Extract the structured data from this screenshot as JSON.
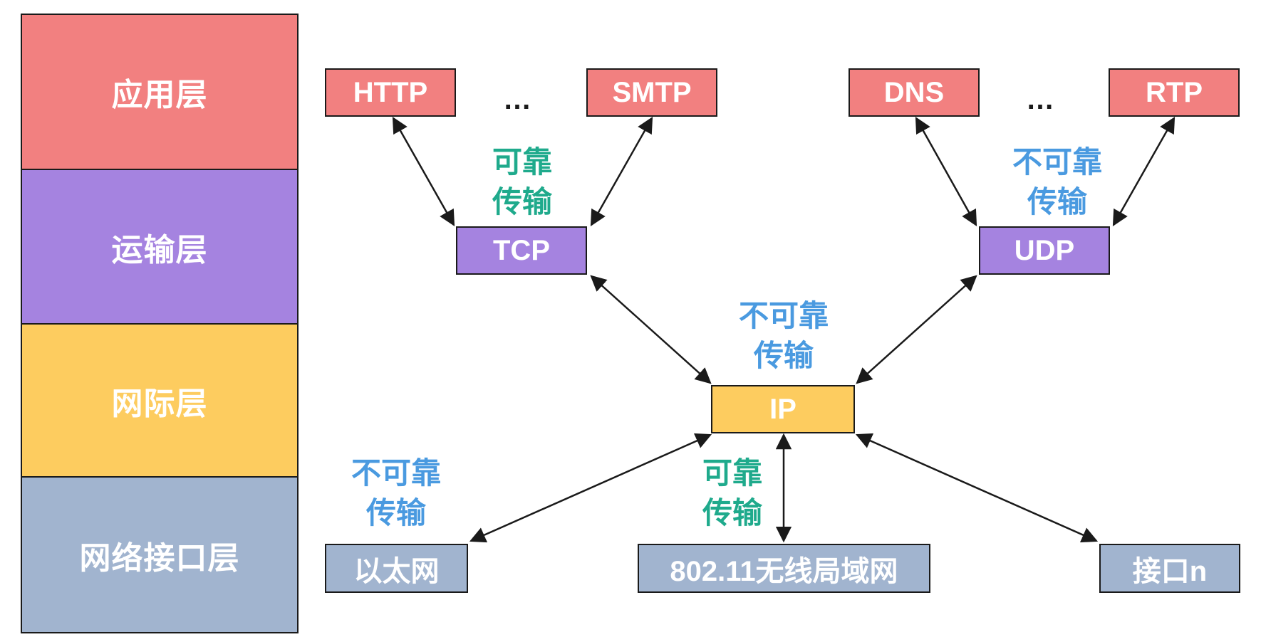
{
  "colors": {
    "application": "#f28080",
    "transport": "#a583e0",
    "internet": "#fdcc5f",
    "link": "#a1b4cf",
    "reliable_text": "#1faa8c",
    "unreliable_text": "#4a9ae0",
    "stroke": "#1a1a1a"
  },
  "layers": {
    "application": "应用层",
    "transport": "运输层",
    "internet": "网际层",
    "link": "网络接口层"
  },
  "nodes": {
    "http": "HTTP",
    "smtp": "SMTP",
    "dns": "DNS",
    "rtp": "RTP",
    "tcp": "TCP",
    "udp": "UDP",
    "ip": "IP",
    "ethernet": "以太网",
    "wlan": "802.11无线局域网",
    "iface_n": "接口n"
  },
  "ellipsis": "…",
  "notes": {
    "tcp_line1": "可靠",
    "tcp_line2": "传输",
    "udp_line1": "不可靠",
    "udp_line2": "传输",
    "ip_line1": "不可靠",
    "ip_line2": "传输",
    "eth_line1": "不可靠",
    "eth_line2": "传输",
    "wlan_line1": "可靠",
    "wlan_line2": "传输"
  }
}
